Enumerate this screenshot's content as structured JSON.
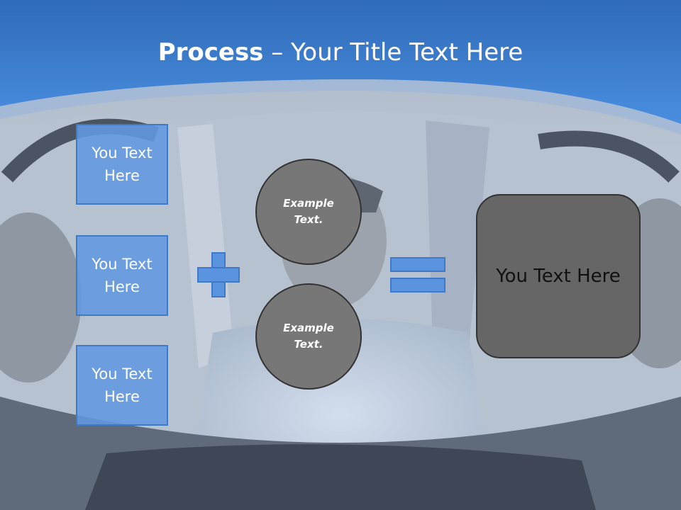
{
  "slide": {
    "title_bold": "Process",
    "title_rest": " – Your Title Text Here",
    "input_boxes": [
      "You Text Here",
      "You Text Here",
      "You Text Here"
    ],
    "circles": [
      "Example Text.",
      "Example Text."
    ],
    "result_box": "You Text Here"
  },
  "colors": {
    "header_blue": "#3d7fd0",
    "box_blue": "#6298e0",
    "circle_gray": "#777777",
    "result_gray": "#666666"
  }
}
